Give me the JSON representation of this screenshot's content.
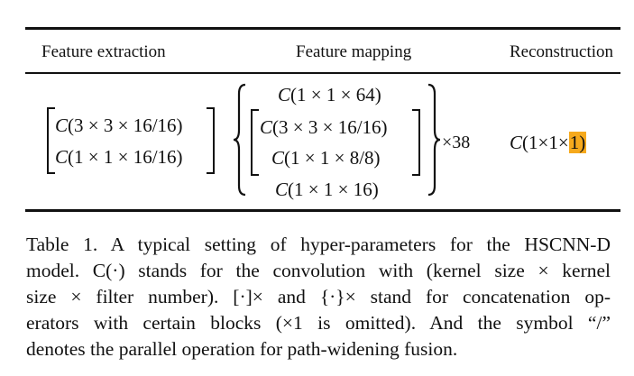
{
  "table": {
    "headers": {
      "feature_extraction": "Feature extraction",
      "feature_mapping": "Feature mapping",
      "reconstruction": "Reconstruction"
    },
    "feature_extraction": {
      "row1": {
        "op": "C",
        "args": "(3 × 3 × 16/16)"
      },
      "row2": {
        "op": "C",
        "args": "(1 × 1 × 16/16)"
      }
    },
    "feature_mapping": {
      "top": {
        "op": "C",
        "args": "(1 × 1 × 64)"
      },
      "inner1": {
        "op": "C",
        "args": "(3 × 3 × 16/16)"
      },
      "inner2": {
        "op": "C",
        "args": "(1 × 1 × 8/8)"
      },
      "bottom": {
        "op": "C",
        "args": "(1 × 1 × 16)"
      },
      "repeat": "×38"
    },
    "reconstruction": {
      "op": "C",
      "args_prefix": "(1×1×",
      "args_highlight": "1)"
    }
  },
  "caption": {
    "lines": [
      "Table 1. A typical setting of hyper-parameters for the HSCNN-D",
      "model. C(·) stands for the convolution with (kernel size × kernel",
      "size × filter number). [·]× and {·}× stand for concatenation op-",
      "erators with certain blocks (×1 is omitted). And the symbol “/”",
      "denotes the parallel operation for path-widening fusion."
    ]
  },
  "colors": {
    "highlight": "#f6a91c",
    "text": "#111111",
    "background": "#ffffff"
  }
}
